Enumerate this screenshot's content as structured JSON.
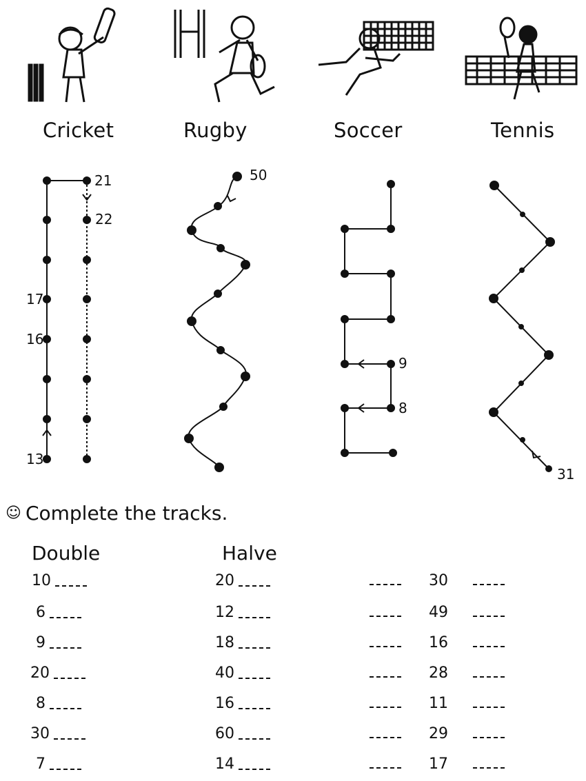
{
  "sports": [
    "Cricket",
    "Rugby",
    "Soccer",
    "Tennis"
  ],
  "track_labels": {
    "cricket": [
      "21",
      "22",
      "17",
      "16",
      "13"
    ],
    "rugby": [
      "50"
    ],
    "soccer": [
      "9",
      "8"
    ],
    "tennis": [
      "31"
    ]
  },
  "instruction": "Complete the tracks.",
  "double": {
    "heading": "Double",
    "numbers": [
      "10",
      "6",
      "9",
      "20",
      "8",
      "30",
      "7"
    ]
  },
  "halve": {
    "heading": "Halve",
    "numbers": [
      "20",
      "12",
      "18",
      "40",
      "16",
      "60",
      "14"
    ]
  },
  "middle_numbers": [
    "30",
    "49",
    "16",
    "28",
    "11",
    "29",
    "17"
  ]
}
